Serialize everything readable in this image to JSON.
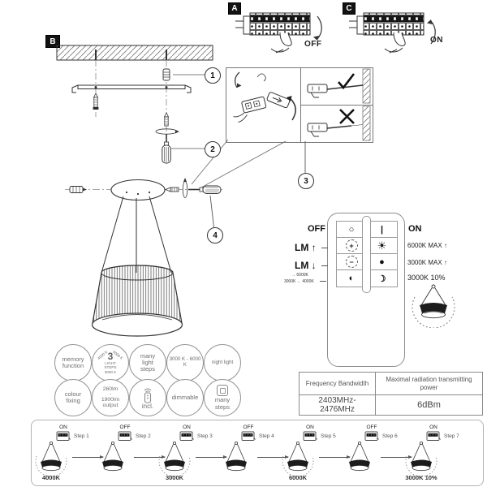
{
  "panels": {
    "a": {
      "tag": "A",
      "state": "OFF"
    },
    "b": {
      "tag": "B"
    },
    "c": {
      "tag": "C",
      "state": "ON"
    }
  },
  "callouts": {
    "c1": "1",
    "c2": "2",
    "c3": "3",
    "c4": "4"
  },
  "remote": {
    "off": "OFF",
    "on": "ON",
    "lm_up": "LM ↑",
    "lm_down": "LM ↓",
    "right1": "6000K MAX ↑",
    "right2": "3000K MAX ↑",
    "right3": "3000K 10%",
    "cycle_top": "→ 6000K",
    "cycle_bottom": "3000K ← 4000K",
    "buttons": {
      "power_off": "○",
      "power_on": "|",
      "brightness_up": "+",
      "brightness_down": "−",
      "cool_white": "☀",
      "warm_white": "●",
      "half_mix": "◐",
      "night_mode": "☽"
    }
  },
  "badges": {
    "memory": {
      "l1": "memory",
      "l2": "function"
    },
    "light_steps3": {
      "big": "3",
      "s1": "LIGHT",
      "s2": "STEPS",
      "bottom": "3000 K",
      "arc_left": "4000 K",
      "arc_right": "6000 K"
    },
    "many_light_steps": {
      "l1": "many",
      "l2": "light",
      "l3": "steps"
    },
    "kelvin_range": {
      "l1": "3000 K - 6000 K"
    },
    "night_light": {
      "l1": "night light"
    },
    "colour_fixing": {
      "l1": "colour",
      "l2": "fixing"
    },
    "lumen_output": {
      "l1": "260lm",
      "l2": "-",
      "l3": "1900lm",
      "l4": "output"
    },
    "remote_included": {
      "l1": "incl."
    },
    "dimmable": {
      "l1": "dimmable"
    },
    "many_steps": {
      "l1": "many",
      "l2": "steps"
    }
  },
  "table": {
    "h1": "Frequency Bandwidth",
    "h2": "Maximal radiation transmitting power",
    "v1": "2403MHz-2476MHz",
    "v2": "6dBm"
  },
  "steps": [
    {
      "label": "Step 1",
      "state": "ON",
      "kelvin": "4000K"
    },
    {
      "label": "Step 2",
      "state": "OFF",
      "kelvin": ""
    },
    {
      "label": "Step 3",
      "state": "ON",
      "kelvin": "3000K"
    },
    {
      "label": "Step 4",
      "state": "OFF",
      "kelvin": ""
    },
    {
      "label": "Step 5",
      "state": "ON",
      "kelvin": "6000K"
    },
    {
      "label": "Step 6",
      "state": "OFF",
      "kelvin": ""
    },
    {
      "label": "Step 7",
      "state": "ON",
      "kelvin": "3000K 10%"
    }
  ]
}
